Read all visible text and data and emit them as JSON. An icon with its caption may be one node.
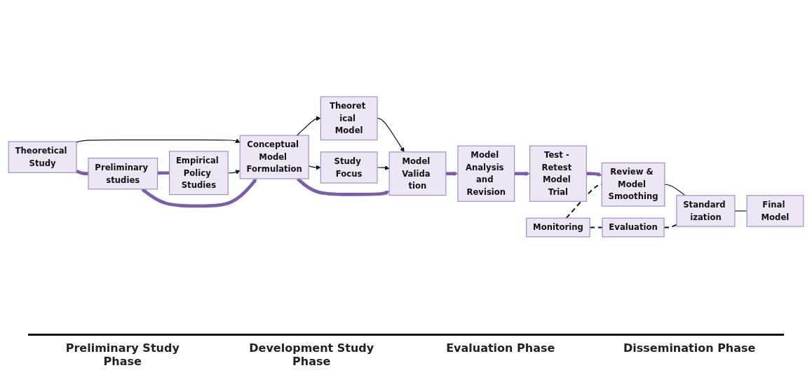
{
  "diagram": {
    "nodes": [
      {
        "text": [
          "Theoretical Study"
        ]
      },
      {
        "text": [
          "Preliminary studies"
        ]
      },
      {
        "text": [
          "Empirical Policy Studies"
        ]
      },
      {
        "text": [
          "Theoret ical Model"
        ]
      },
      {
        "text": [
          "Conceptual Model Formulation"
        ]
      },
      {
        "text": [
          "Study Focus"
        ]
      },
      {
        "text": [
          "Model Valida tion"
        ]
      },
      {
        "text": [
          "Monitoring"
        ]
      },
      {
        "text": [
          "Model Analysis and Revision"
        ]
      },
      {
        "text": [
          "Test - Retest Model Trial"
        ]
      },
      {
        "text": [
          "Evaluation"
        ]
      },
      {
        "text": [
          "Review & Model Smoothing"
        ]
      },
      {
        "text": [
          "Standard ization"
        ]
      },
      {
        "text": [
          "Final Model"
        ]
      }
    ],
    "edges": [
      {
        "from": 0,
        "to": 1,
        "arrow": "none",
        "style": "thick",
        "color": "#7b5ea7"
      },
      {
        "from": 1,
        "to": 2,
        "arrow": "none",
        "style": "thick",
        "color": "#7b5ea7"
      },
      {
        "from": 0,
        "to": 4,
        "arrow": "to"
      },
      {
        "from": 2,
        "to": 4,
        "arrow": "to"
      },
      {
        "from": 1,
        "to": 4,
        "arrow": "to",
        "style": "thick",
        "color": "#7b5ea7"
      },
      {
        "from": 4,
        "to": 3,
        "arrow": "to"
      },
      {
        "from": 4,
        "to": 5,
        "arrow": "to"
      },
      {
        "from": 3,
        "to": 6,
        "arrow": "to"
      },
      {
        "from": 5,
        "to": 6,
        "arrow": "to"
      },
      {
        "from": 4,
        "to": 6,
        "arrow": "to",
        "style": "thick",
        "color": "#7b5ea7"
      },
      {
        "from": 6,
        "to": 8,
        "arrow": "to",
        "style": "thick",
        "color": "#7b5ea7"
      },
      {
        "from": 8,
        "to": 9,
        "arrow": "to",
        "style": "thick",
        "color": "#7b5ea7"
      },
      {
        "from": 9,
        "to": 11,
        "arrow": "to",
        "style": "thick",
        "color": "#7b5ea7"
      },
      {
        "from": 11,
        "to": 12,
        "arrow": "none"
      },
      {
        "from": 12,
        "to": 13,
        "arrow": "none"
      },
      {
        "from": 7,
        "to": 10,
        "arrow": "none",
        "style": "dashed"
      },
      {
        "from": 7,
        "to": 11,
        "arrow": "none",
        "style": "dashed"
      },
      {
        "from": 10,
        "to": 12,
        "arrow": "none",
        "style": "dashed"
      }
    ],
    "labels": [
      "Preliminary Study Phase",
      "Development Study Phase",
      "Evaluation Phase",
      "Dissemination Phase"
    ]
  }
}
